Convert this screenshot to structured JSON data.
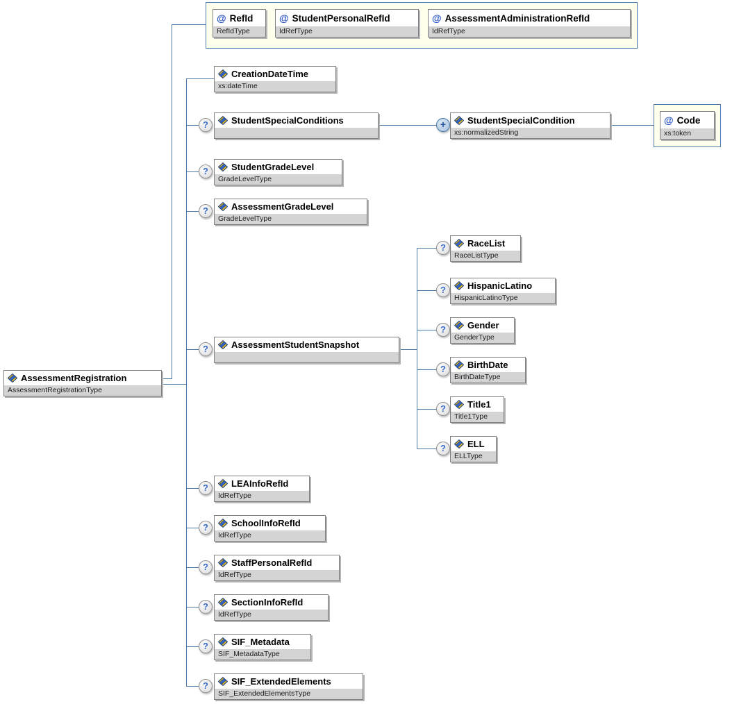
{
  "icons": {
    "attribute": "@",
    "optional": "?",
    "repeat": "+"
  },
  "colors": {
    "line": "#4a79a8",
    "container_fill": "#ffffee",
    "container_border": "#4a79a8",
    "type_band": "#d4d4d4",
    "attribute_glyph": "#2753c8",
    "element_icon_yellow": "#edc227",
    "element_icon_blue": "#3766c2"
  },
  "nodes": {
    "root": {
      "name": "AssessmentRegistration",
      "type": "AssessmentRegistrationType"
    },
    "refid": {
      "name": "RefId",
      "type": "RefIdType"
    },
    "student_personal_refid": {
      "name": "StudentPersonalRefId",
      "type": "IdRefType"
    },
    "assessment_administration_refid": {
      "name": "AssessmentAdministrationRefId",
      "type": "IdRefType"
    },
    "creation_date_time": {
      "name": "CreationDateTime",
      "type": "xs:dateTime"
    },
    "student_special_conditions": {
      "name": "StudentSpecialConditions",
      "type": ""
    },
    "student_special_condition": {
      "name": "StudentSpecialCondition",
      "type": "xs:normalizedString"
    },
    "code": {
      "name": "Code",
      "type": "xs:token"
    },
    "student_grade_level": {
      "name": "StudentGradeLevel",
      "type": "GradeLevelType"
    },
    "assessment_grade_level": {
      "name": "AssessmentGradeLevel",
      "type": "GradeLevelType"
    },
    "assessment_student_snapshot": {
      "name": "AssessmentStudentSnapshot",
      "type": ""
    },
    "race_list": {
      "name": "RaceList",
      "type": "RaceListType"
    },
    "hispanic_latino": {
      "name": "HispanicLatino",
      "type": "HispanicLatinoType"
    },
    "gender": {
      "name": "Gender",
      "type": "GenderType"
    },
    "birth_date": {
      "name": "BirthDate",
      "type": "BirthDateType"
    },
    "title1": {
      "name": "Title1",
      "type": "Title1Type"
    },
    "ell": {
      "name": "ELL",
      "type": "ELLType"
    },
    "lea_info_refid": {
      "name": "LEAInfoRefId",
      "type": "IdRefType"
    },
    "school_info_refid": {
      "name": "SchoolInfoRefId",
      "type": "IdRefType"
    },
    "staff_personal_refid": {
      "name": "StaffPersonalRefId",
      "type": "IdRefType"
    },
    "section_info_refid": {
      "name": "SectionInfoRefId",
      "type": "IdRefType"
    },
    "sif_metadata": {
      "name": "SIF_Metadata",
      "type": "SIF_MetadataType"
    },
    "sif_extended_elements": {
      "name": "SIF_ExtendedElements",
      "type": "SIF_ExtendedElementsType"
    }
  }
}
